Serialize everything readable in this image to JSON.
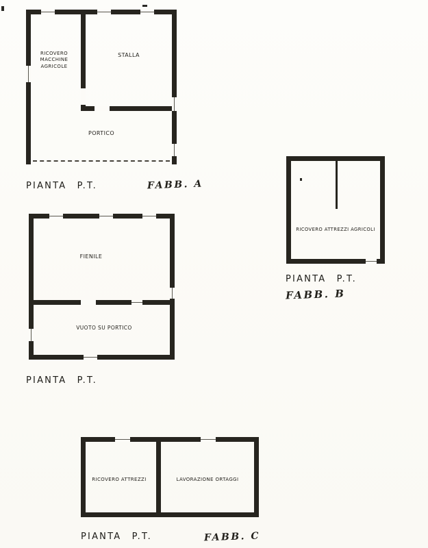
{
  "colors": {
    "paper": "#fcfbf7",
    "ink": "#27251f"
  },
  "plan_a": {
    "room_ricovero": "RICOVERO\nMACCHINE\nAGRICOLE",
    "room_stalla": "STALLA",
    "room_portico": "PORTICO",
    "caption": "PIANTA P.T.",
    "fabb": "FABB. A"
  },
  "plan_b": {
    "room": "RICOVERO ATTREZZI AGRICOLI",
    "caption": "PIANTA P.T.",
    "fabb": "FABB. B"
  },
  "plan_c": {
    "room_fienile": "FIENILE",
    "room_vuoto": "VUOTO SU PORTICO",
    "caption": "PIANTA P.T."
  },
  "plan_d": {
    "room_ricovero": "RICOVERO ATTREZZI",
    "room_lavorazione": "LAVORAZIONE ORTAGGI",
    "caption": "PIANTA P.T.",
    "fabb": "FABB. C"
  }
}
